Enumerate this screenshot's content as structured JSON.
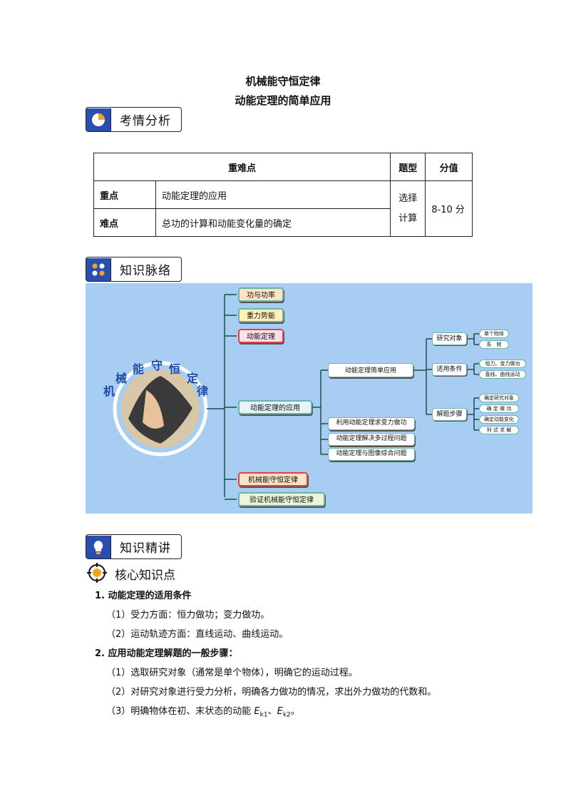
{
  "title": "机械能守恒定律",
  "subtitle": "动能定理的简单应用",
  "sections": {
    "analysis": "考情分析",
    "context": "知识脉络",
    "lecture": "知识精讲"
  },
  "table": {
    "headers": [
      "重难点",
      "题型",
      "分值"
    ],
    "rows": [
      {
        "label": "重点",
        "content": "动能定理的应用"
      },
      {
        "label": "难点",
        "content": "总功的计算和动能变化量的确定"
      }
    ],
    "question_type_1": "选择",
    "question_type_2": "计算",
    "score": "8-10 分"
  },
  "mindmap": {
    "circle_title": [
      "机",
      "械",
      "能",
      "守",
      "恒",
      "定",
      "律"
    ],
    "main_nodes": [
      "功与功率",
      "重力势能",
      "动能定理",
      "动能定理的应用",
      "机械能守恒定律",
      "验证机械能守恒定律"
    ],
    "sub_nodes": [
      "动能定理简单应用",
      "利用动能定理求变力做功",
      "动能定理解决多过程问题",
      "动能定理与图像综合问题"
    ],
    "l3_nodes": [
      "研究对象",
      "适用条件",
      "解题步骤"
    ],
    "l4_nodes": [
      "单个物体",
      "系　统",
      "恒力、变力做功",
      "直线、曲线运动",
      "确定研究对象",
      "确 定 做 功",
      "确定动能变化",
      "列 式 求 解"
    ]
  },
  "core": {
    "title": "核心知识点",
    "h1": "1. 动能定理的适用条件",
    "p1": "（1）受力方面：恒力做功；变力做功。",
    "p2": "（2）运动轨迹方面：直线运动、曲线运动。",
    "h2": "2. 应用动能定理解题的一般步骤：",
    "p3": "（1）选取研究对象（通常是单个物体），明确它的运动过程。",
    "p4": "（2）对研究对象进行受力分析，明确各力做功的情况，求出外力做功的代数和。",
    "p5_prefix": "（3）明确物体在初、末状态的动能 ",
    "ek": "E",
    "k1": "k1",
    "sep": "、",
    "k2": "k2",
    "end": "。"
  }
}
